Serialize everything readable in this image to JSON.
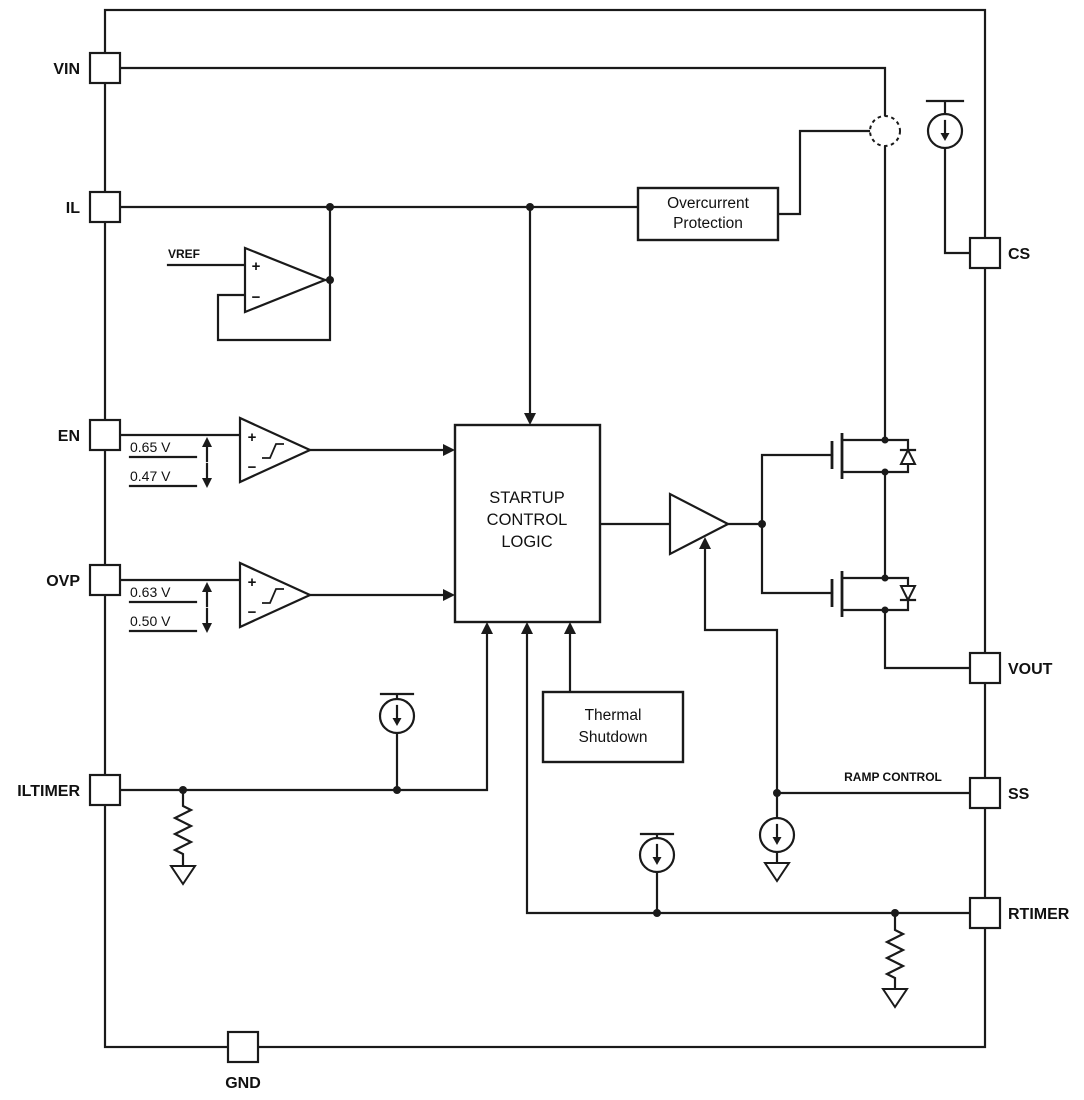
{
  "pins": {
    "vin": "VIN",
    "il": "IL",
    "en": "EN",
    "ovp": "OVP",
    "iltimer": "ILTIMER",
    "cs": "CS",
    "vout": "VOUT",
    "ss": "SS",
    "rtimer": "RTIMER",
    "gnd": "GND"
  },
  "blocks": {
    "overcurrent": {
      "line1": "Overcurrent",
      "line2": "Protection"
    },
    "startup": {
      "line1": "STARTUP",
      "line2": "CONTROL",
      "line3": "LOGIC"
    },
    "thermal": {
      "line1": "Thermal",
      "line2": "Shutdown"
    }
  },
  "annotations": {
    "vref": "VREF",
    "en_rising": "0.65 V",
    "en_falling": "0.47 V",
    "ovp_rising": "0.63 V",
    "ovp_falling": "0.50 V",
    "ramp_control": "RAMP CONTROL"
  },
  "symbols": {
    "plus": "+",
    "minus": "−"
  },
  "colors": {
    "line": "#1a1a1a",
    "background": "#ffffff"
  }
}
